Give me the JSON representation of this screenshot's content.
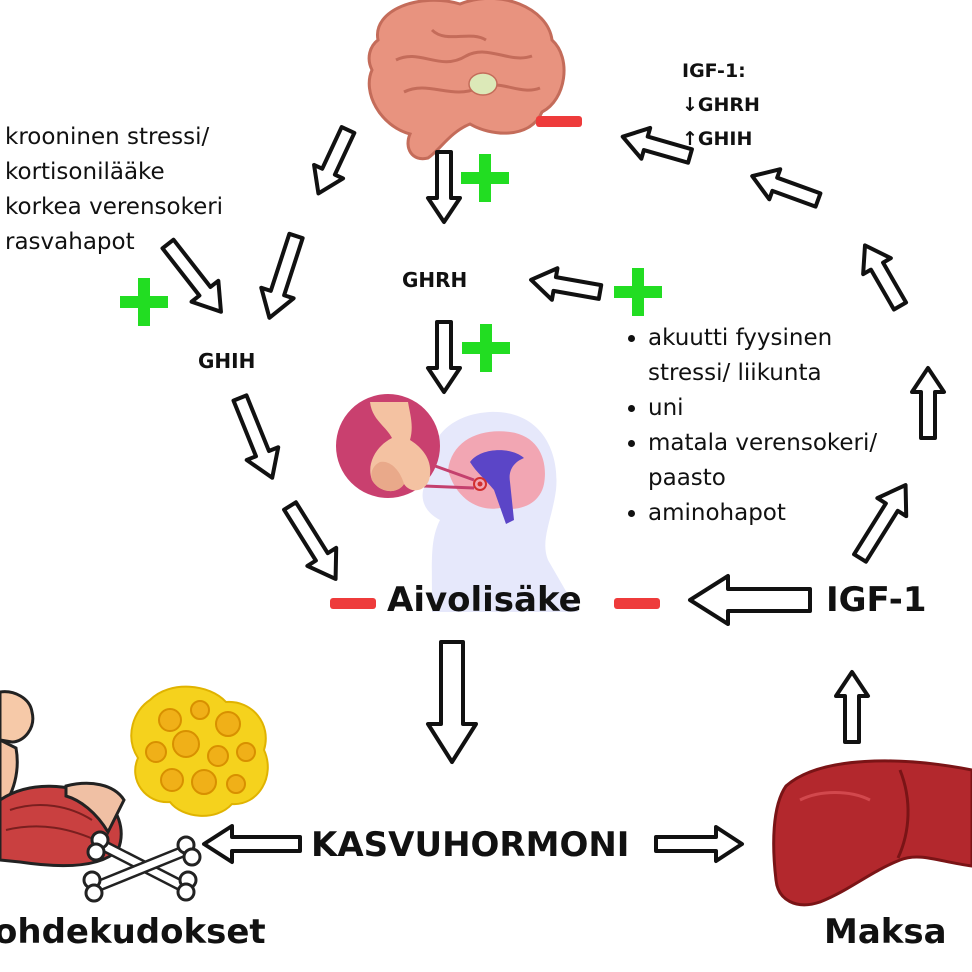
{
  "labels": {
    "stress_lines": [
      "krooninen stressi/",
      "kortisonilääke",
      "korkea verensokeri",
      "rasvahapot"
    ],
    "ghih": "GHIH",
    "ghrh": "GHRH",
    "igf_feedback_title": "IGF-1:",
    "igf_feedback_down": "↓GHRH",
    "igf_feedback_up": "↑GHIH",
    "stimulators": [
      "akuutti fyysinen stressi/ liikunta",
      "uni",
      "matala verensokeri/ paasto",
      "aminohapot"
    ],
    "stimulator_lines": [
      "akuutti fyysinen",
      "stressi/ liikunta",
      "matala verensokeri/",
      "paasto"
    ],
    "pituitary": "Aivolisäke",
    "igf1": "IGF-1",
    "growth_hormone": "KASVUHORMONI",
    "target_tissues": "ohdekudokset",
    "liver": "Maksa"
  },
  "colors": {
    "plus": "#22dd22",
    "minus": "#ee3b3b",
    "arrow_stroke": "#111111",
    "brain": "#e8937f",
    "liver": "#b3282d"
  }
}
